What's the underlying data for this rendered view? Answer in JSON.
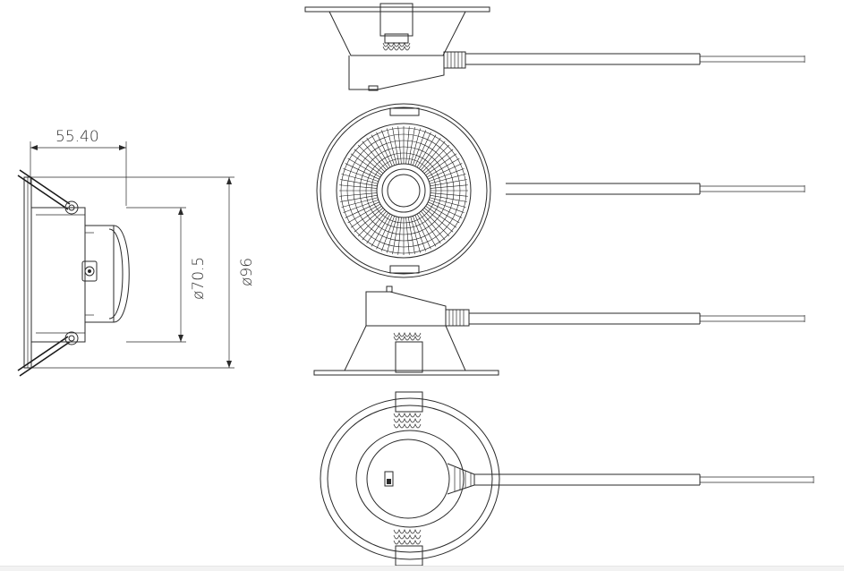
{
  "dimensions": {
    "depth_label": "55.40",
    "cutout_label": "ø70.5",
    "outer_label": "ø96"
  },
  "colors": {
    "line": "#2a2a2a",
    "background": "#ffffff"
  },
  "views": [
    "side-view-top",
    "front-view",
    "side-view-inverted",
    "rear-view"
  ]
}
